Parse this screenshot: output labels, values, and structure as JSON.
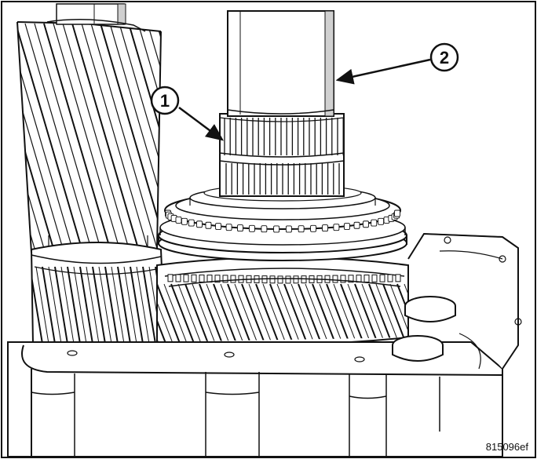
{
  "figure": {
    "callouts": [
      {
        "number": "1",
        "label": "1"
      },
      {
        "number": "2",
        "label": "2"
      }
    ],
    "figure_id": "815096ef",
    "colors": {
      "line": "#111111",
      "background": "#ffffff",
      "shade": "#bdbdbd"
    },
    "icons": [
      "leader-arrow-icon"
    ]
  }
}
